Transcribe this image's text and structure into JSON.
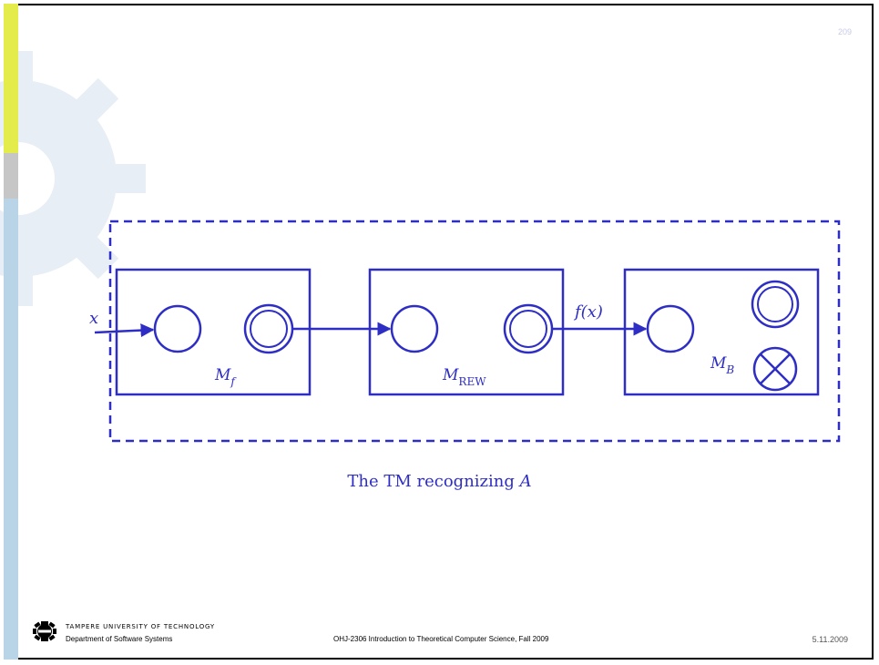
{
  "slide": {
    "page_number": "209",
    "date": "5.11.2009",
    "course": "OHJ-2306 Introduction to Theoretical Computer Science, Fall 2009",
    "university": "TAMPERE UNIVERSITY OF TECHNOLOGY",
    "department": "Department of Software Systems"
  },
  "diagram": {
    "input_label": "x",
    "output_label": "f(x)",
    "machines": [
      {
        "name": "M",
        "subscript": "f"
      },
      {
        "name": "M",
        "subscript": "REW"
      },
      {
        "name": "M",
        "subscript": "B"
      }
    ],
    "caption_prefix": "The TM recognizing ",
    "caption_symbol": "A"
  },
  "colors": {
    "accent": "#2e2ec4",
    "bar_yellow": "#e4ec4c",
    "bar_grey": "#c6c6c6",
    "bar_blue": "#b9d4e6",
    "gear": "#e7eef5"
  }
}
